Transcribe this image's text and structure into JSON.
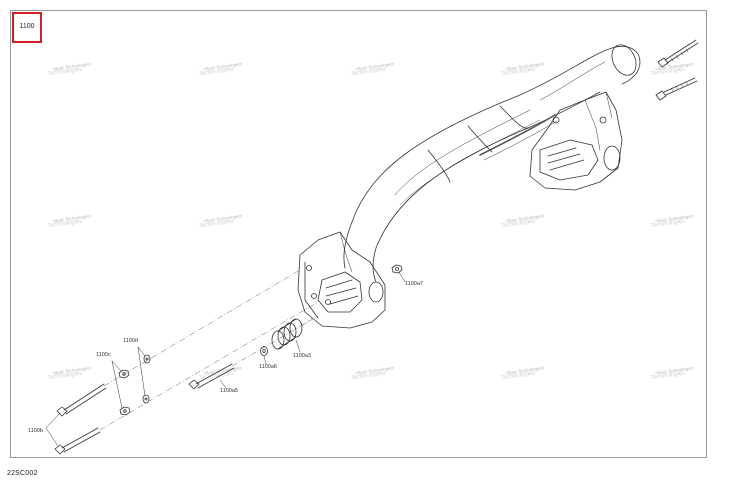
{
  "diagram": {
    "ref_number": "1100",
    "footer_code": "22SC002",
    "callouts": {
      "a7": "1100a7",
      "a3": "1100a3",
      "a6": "1100a6",
      "a5": "1100a5",
      "c": "1100c",
      "d": "1100d",
      "b": "1100b"
    },
    "watermark_line1": "+Boat Technologies",
    "watermark_line2": "Technologies"
  },
  "colors": {
    "ref_border": "#d21f26",
    "frame": "#9a9a9a",
    "line_art": "#333333"
  }
}
